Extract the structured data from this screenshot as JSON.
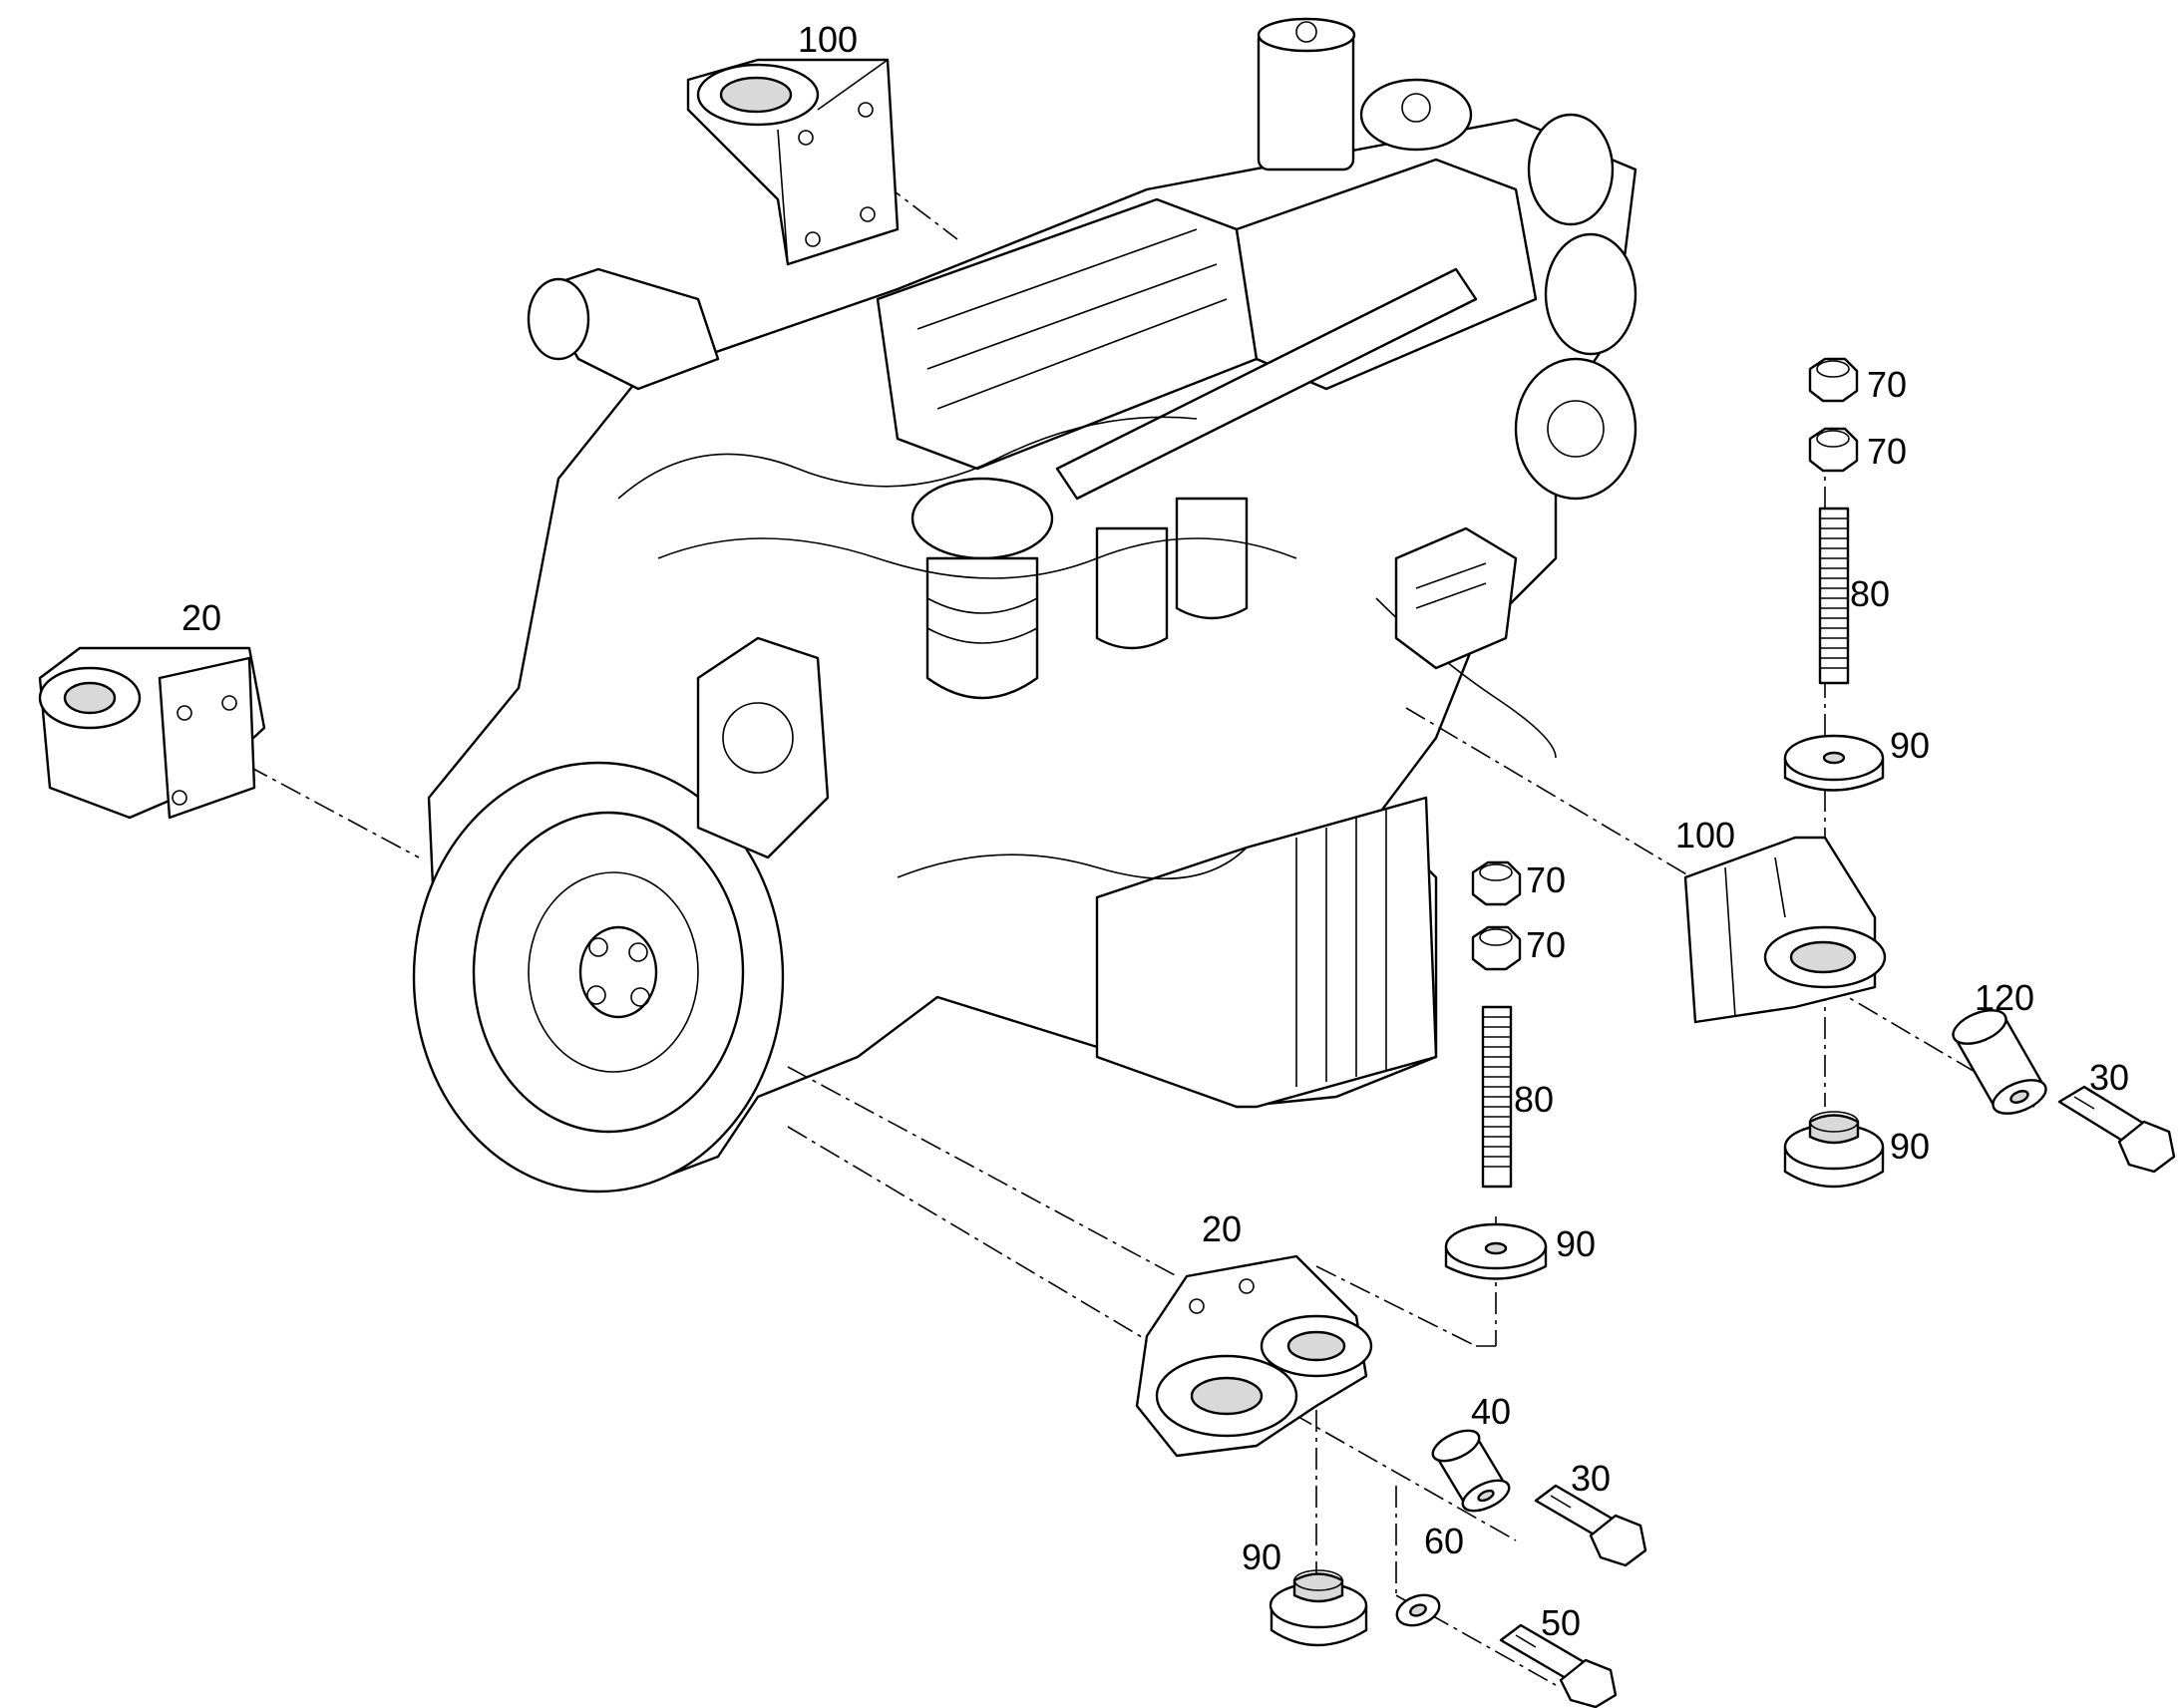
{
  "diagram": {
    "callouts": [
      {
        "id": "c100a",
        "label": "100"
      },
      {
        "id": "c20a",
        "label": "20"
      },
      {
        "id": "c70a",
        "label": "70"
      },
      {
        "id": "c70b",
        "label": "70"
      },
      {
        "id": "c80a",
        "label": "80"
      },
      {
        "id": "c90a",
        "label": "90"
      },
      {
        "id": "c100b",
        "label": "100"
      },
      {
        "id": "c120",
        "label": "120"
      },
      {
        "id": "c30a",
        "label": "30"
      },
      {
        "id": "c90b",
        "label": "90"
      },
      {
        "id": "c70c",
        "label": "70"
      },
      {
        "id": "c70d",
        "label": "70"
      },
      {
        "id": "c80b",
        "label": "80"
      },
      {
        "id": "c90c",
        "label": "90"
      },
      {
        "id": "c20b",
        "label": "20"
      },
      {
        "id": "c40",
        "label": "40"
      },
      {
        "id": "c30b",
        "label": "30"
      },
      {
        "id": "c90d",
        "label": "90"
      },
      {
        "id": "c60",
        "label": "60"
      },
      {
        "id": "c50",
        "label": "50"
      }
    ]
  },
  "colors": {
    "line": "#000000",
    "background": "#ffffff",
    "shade": "#d9d9d9"
  }
}
